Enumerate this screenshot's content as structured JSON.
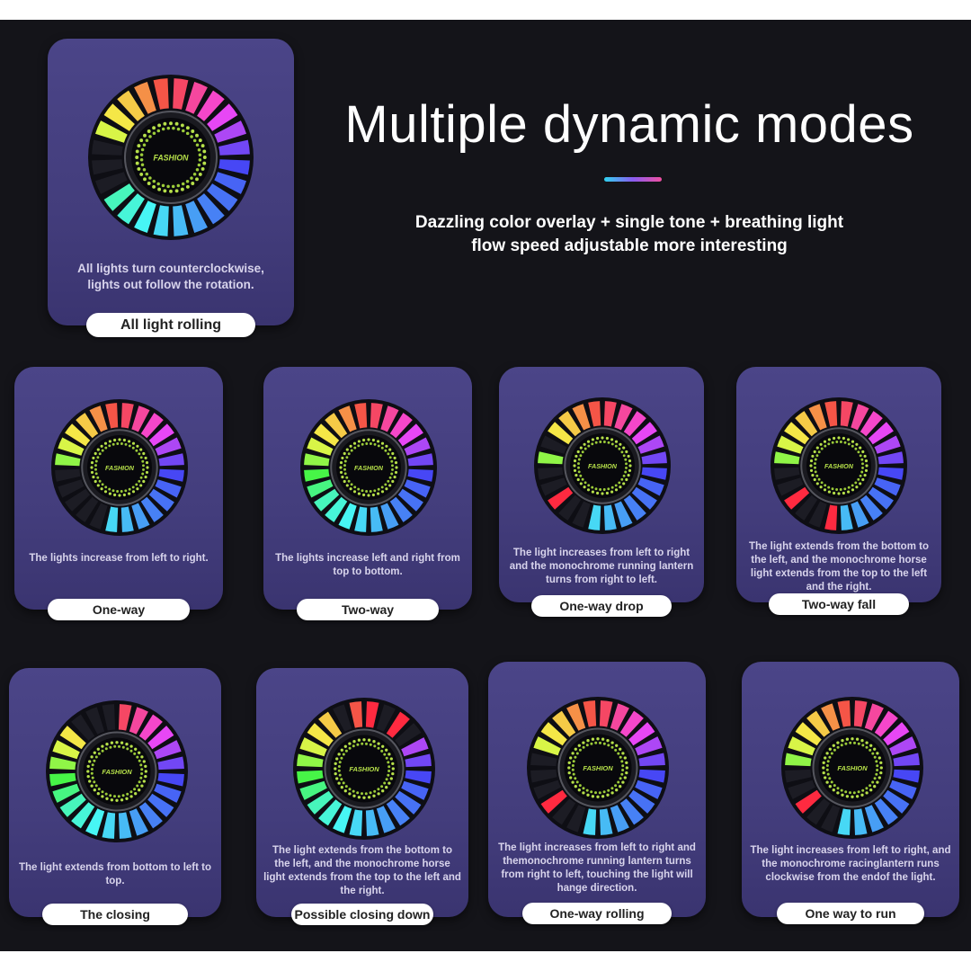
{
  "header": {
    "title": "Multiple dynamic modes",
    "subtitle_line1": "Dazzling color overlay + single tone + breathing light",
    "subtitle_line2": "flow speed adjustable more interesting"
  },
  "device_logo_text": "FASHION",
  "modes": [
    {
      "label": "All light rolling",
      "description": "All lights turn counterclockwise, lights out follow the rotation."
    },
    {
      "label": "One-way",
      "description": "The lights increase from left to right."
    },
    {
      "label": "Two-way",
      "description": "The lights increase left and right from top to bottom."
    },
    {
      "label": "One-way drop",
      "description": "The light increases from left to right and the monochrome running lantern turns from right to left."
    },
    {
      "label": "Two-way fall",
      "description": "The light extends from the bottom to the left, and the monochrome horse light extends from the top to the left and the right."
    },
    {
      "label": "The closing",
      "description": "The light extends from bottom to left to top."
    },
    {
      "label": "Possible closing down",
      "description": "The light extends from the bottom to the left, and the monochrome horse light extends from the top to the left and the right."
    },
    {
      "label": "One-way rolling",
      "description": "The light increases from left to right and themonochrome running lantern turns from right to left, touching the light will hange direction."
    },
    {
      "label": "One way to run",
      "description": "The light increases from left to right, and the monochrome racinglantern runs clockwise from the endof the light."
    }
  ]
}
